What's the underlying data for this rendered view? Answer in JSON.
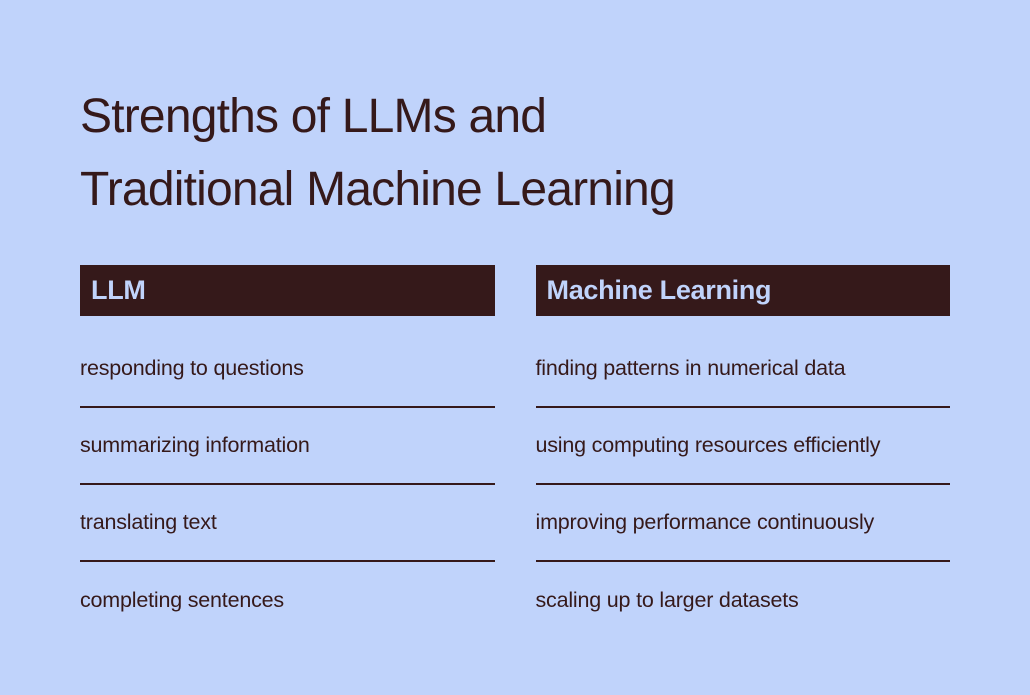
{
  "title": {
    "line1": "Strengths of LLMs and",
    "line2": "Traditional Machine Learning"
  },
  "colors": {
    "background": "#c0d3fb",
    "dark_brown": "#35191a",
    "header_text": "#c0d3fb"
  },
  "columns": [
    {
      "header": "LLM",
      "items": [
        "responding to questions",
        "summarizing information",
        "translating text",
        "completing sentences"
      ]
    },
    {
      "header": "Machine Learning",
      "items": [
        "finding patterns in numerical data",
        "using computing resources efficiently",
        "improving performance continuously",
        "scaling up to larger datasets"
      ]
    }
  ]
}
